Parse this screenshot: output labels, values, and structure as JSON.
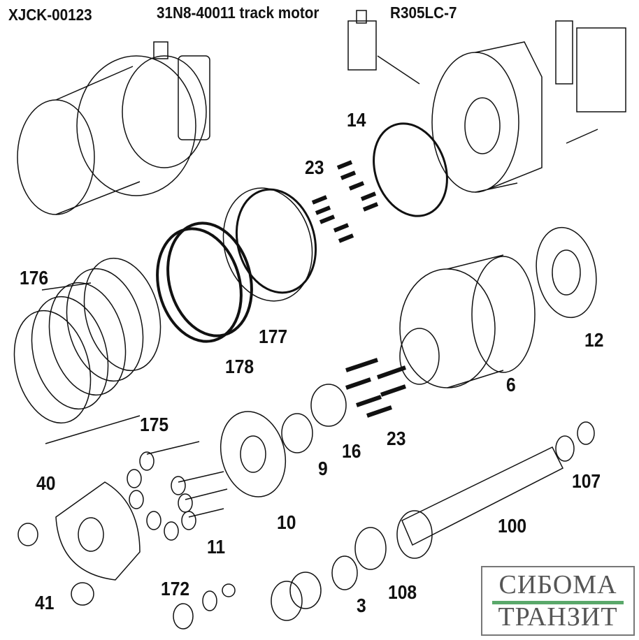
{
  "header": {
    "part_code": "XJCK-00123",
    "part_name": "31N8-40011 track motor",
    "model": "R305LC-7"
  },
  "callouts": {
    "c14": "14",
    "c23a": "23",
    "c176": "176",
    "c177": "177",
    "c178": "178",
    "c12": "12",
    "c6": "6",
    "c175": "175",
    "c23b": "23",
    "c16": "16",
    "c9": "9",
    "c40": "40",
    "c107": "107",
    "c10": "10",
    "c100": "100",
    "c11": "11",
    "c172": "172",
    "c108": "108",
    "c41": "41",
    "c3": "3"
  },
  "logo": {
    "line1": "СИБОМА",
    "line2": "ТРАНЗИТ",
    "accent": "#5aa86a"
  }
}
